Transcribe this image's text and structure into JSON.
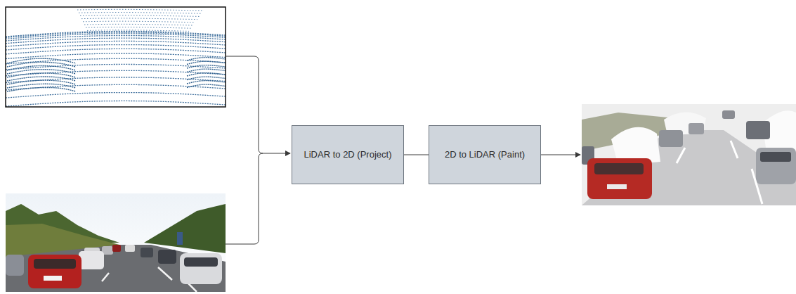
{
  "diagram": {
    "nodes": [
      {
        "text": [
          "LiDAR to 2D (Project)"
        ]
      },
      {
        "text": [
          "2D to LiDAR (Paint)"
        ]
      }
    ],
    "edges": [
      {
        "from": 0,
        "to": 1,
        "arrow": "none"
      }
    ]
  }
}
